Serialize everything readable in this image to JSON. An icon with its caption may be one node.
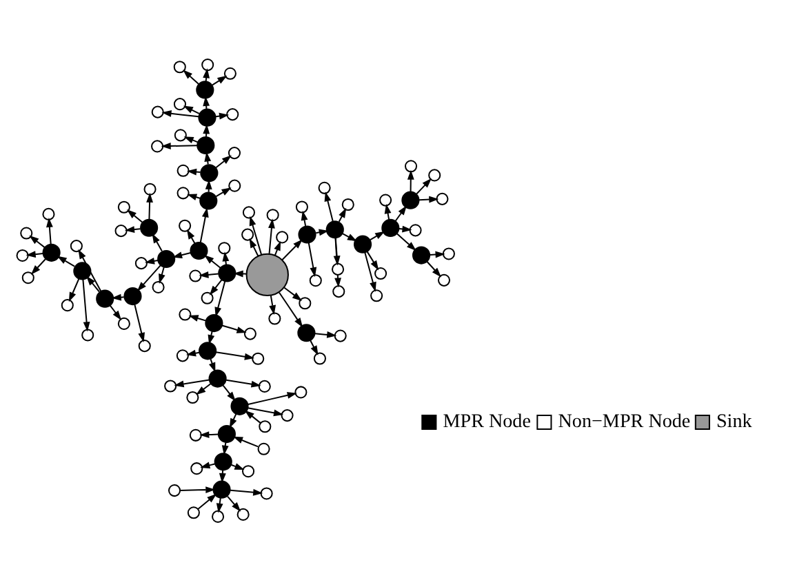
{
  "diagram": {
    "nodes": [
      {
        "text": [],
        "shape": "circle"
      },
      {
        "text": [],
        "shape": "circle"
      },
      {
        "text": [],
        "shape": "circle"
      },
      {
        "text": [],
        "shape": "circle"
      },
      {
        "text": [],
        "shape": "circle"
      },
      {
        "text": [],
        "shape": "circle"
      },
      {
        "text": [],
        "shape": "circle"
      },
      {
        "text": [],
        "shape": "circle"
      },
      {
        "text": [],
        "shape": "circle"
      },
      {
        "text": [],
        "shape": "circle"
      },
      {
        "text": [],
        "shape": "circle"
      },
      {
        "text": [],
        "shape": "circle"
      },
      {
        "text": [],
        "shape": "circle"
      },
      {
        "text": [],
        "shape": "circle"
      },
      {
        "text": [],
        "shape": "circle"
      },
      {
        "text": [],
        "shape": "circle"
      },
      {
        "text": [],
        "shape": "circle"
      },
      {
        "text": [],
        "shape": "circle"
      },
      {
        "text": [],
        "shape": "circle"
      },
      {
        "text": [],
        "shape": "circle"
      },
      {
        "text": [],
        "shape": "circle"
      },
      {
        "text": [],
        "shape": "circle"
      },
      {
        "text": [],
        "shape": "circle"
      },
      {
        "text": [],
        "shape": "circle"
      },
      {
        "text": [],
        "shape": "circle"
      },
      {
        "text": [],
        "shape": "circle"
      },
      {
        "text": [],
        "shape": "circle"
      },
      {
        "text": [],
        "shape": "circle"
      },
      {
        "text": [],
        "shape": "circle"
      },
      {
        "text": [],
        "shape": "circle"
      },
      {
        "text": [],
        "shape": "circle"
      },
      {
        "text": [],
        "shape": "circle"
      },
      {
        "text": [],
        "shape": "circle"
      },
      {
        "text": [],
        "shape": "circle"
      },
      {
        "text": [],
        "shape": "circle"
      },
      {
        "text": [],
        "shape": "circle"
      },
      {
        "text": [],
        "shape": "circle"
      },
      {
        "text": [],
        "shape": "circle"
      },
      {
        "text": [],
        "shape": "circle"
      },
      {
        "text": [],
        "shape": "circle"
      },
      {
        "text": [],
        "shape": "circle"
      },
      {
        "text": [],
        "shape": "circle"
      },
      {
        "text": [],
        "shape": "circle"
      },
      {
        "text": [],
        "shape": "circle"
      },
      {
        "text": [],
        "shape": "circle"
      },
      {
        "text": [],
        "shape": "circle"
      },
      {
        "text": [],
        "shape": "circle"
      },
      {
        "text": [],
        "shape": "circle"
      },
      {
        "text": [],
        "shape": "circle"
      },
      {
        "text": [],
        "shape": "circle"
      },
      {
        "text": [],
        "shape": "circle"
      },
      {
        "text": [],
        "shape": "circle"
      },
      {
        "text": [],
        "shape": "circle"
      },
      {
        "text": [],
        "shape": "circle"
      },
      {
        "text": [],
        "shape": "circle"
      },
      {
        "text": [],
        "shape": "circle"
      },
      {
        "text": [],
        "shape": "circle"
      },
      {
        "text": [],
        "shape": "circle"
      },
      {
        "text": [],
        "shape": "circle"
      },
      {
        "text": [],
        "shape": "circle"
      },
      {
        "text": [],
        "shape": "circle"
      },
      {
        "text": [],
        "shape": "circle"
      },
      {
        "text": [],
        "shape": "circle"
      },
      {
        "text": [],
        "shape": "circle"
      },
      {
        "text": [],
        "shape": "circle"
      },
      {
        "text": [],
        "shape": "circle"
      },
      {
        "text": [],
        "shape": "circle"
      },
      {
        "text": [],
        "shape": "circle"
      },
      {
        "text": [],
        "shape": "circle"
      },
      {
        "text": [],
        "shape": "circle"
      },
      {
        "text": [],
        "shape": "circle"
      },
      {
        "text": [],
        "shape": "circle"
      },
      {
        "text": [],
        "shape": "circle"
      },
      {
        "text": [],
        "shape": "circle"
      },
      {
        "text": [],
        "shape": "circle"
      },
      {
        "text": [],
        "shape": "circle"
      },
      {
        "text": [],
        "shape": "circle"
      },
      {
        "text": [],
        "shape": "circle"
      },
      {
        "text": [],
        "shape": "circle"
      },
      {
        "text": [],
        "shape": "circle"
      },
      {
        "text": [],
        "shape": "circle"
      },
      {
        "text": [],
        "shape": "circle"
      },
      {
        "text": [],
        "shape": "circle"
      },
      {
        "text": [],
        "shape": "circle"
      },
      {
        "text": [],
        "shape": "circle"
      },
      {
        "text": [],
        "shape": "circle"
      },
      {
        "text": [],
        "shape": "circle"
      },
      {
        "text": [],
        "shape": "circle"
      },
      {
        "text": [],
        "shape": "circle"
      },
      {
        "text": [],
        "shape": "circle"
      },
      {
        "text": [],
        "shape": "circle"
      },
      {
        "text": [],
        "shape": "circle"
      },
      {
        "text": [],
        "shape": "circle"
      },
      {
        "text": [],
        "shape": "circle"
      },
      {
        "text": [],
        "shape": "circle"
      },
      {
        "text": [],
        "shape": "circle"
      },
      {
        "text": [],
        "shape": "circle"
      },
      {
        "text": [],
        "shape": "circle"
      },
      {
        "text": [],
        "shape": "circle"
      },
      {
        "text": [],
        "shape": "circle"
      }
    ],
    "edges": [
      {
        "from": 0,
        "to": 1,
        "arrow": "to"
      },
      {
        "from": 0,
        "to": 28,
        "arrow": "to"
      },
      {
        "from": 0,
        "to": 2,
        "arrow": "to"
      },
      {
        "from": 0,
        "to": 29,
        "arrow": "to"
      },
      {
        "from": 0,
        "to": 30,
        "arrow": "to"
      },
      {
        "from": 0,
        "to": 31,
        "arrow": "to"
      },
      {
        "from": 0,
        "to": 32,
        "arrow": "to"
      },
      {
        "from": 0,
        "to": 3,
        "arrow": "to"
      },
      {
        "from": 0,
        "to": 33,
        "arrow": "to"
      },
      {
        "from": 1,
        "to": 4,
        "arrow": "to"
      },
      {
        "from": 1,
        "to": 34,
        "arrow": "to"
      },
      {
        "from": 1,
        "to": 5,
        "arrow": "to"
      },
      {
        "from": 1,
        "to": 35,
        "arrow": "to"
      },
      {
        "from": 1,
        "to": 36,
        "arrow": "to"
      },
      {
        "from": 4,
        "to": 6,
        "arrow": "to"
      },
      {
        "from": 4,
        "to": 37,
        "arrow": "to"
      },
      {
        "from": 4,
        "to": 38,
        "arrow": "to"
      },
      {
        "from": 2,
        "to": 7,
        "arrow": "to"
      },
      {
        "from": 2,
        "to": 39,
        "arrow": "to"
      },
      {
        "from": 2,
        "to": 40,
        "arrow": "to"
      },
      {
        "from": 7,
        "to": 41,
        "arrow": "to"
      },
      {
        "from": 7,
        "to": 42,
        "arrow": "to"
      },
      {
        "from": 7,
        "to": 43,
        "arrow": "to"
      },
      {
        "from": 7,
        "to": 8,
        "arrow": "to"
      },
      {
        "from": 7,
        "to": 44,
        "arrow": "to"
      },
      {
        "from": 8,
        "to": 9,
        "arrow": "to"
      },
      {
        "from": 8,
        "to": 45,
        "arrow": "to"
      },
      {
        "from": 8,
        "to": 46,
        "arrow": "to"
      },
      {
        "from": 9,
        "to": 10,
        "arrow": "to"
      },
      {
        "from": 9,
        "to": 11,
        "arrow": "to"
      },
      {
        "from": 9,
        "to": 47,
        "arrow": "to"
      },
      {
        "from": 9,
        "to": 48,
        "arrow": "to"
      },
      {
        "from": 10,
        "to": 49,
        "arrow": "to"
      },
      {
        "from": 10,
        "to": 50,
        "arrow": "to"
      },
      {
        "from": 11,
        "to": 51,
        "arrow": "to"
      },
      {
        "from": 11,
        "to": 52,
        "arrow": "to"
      },
      {
        "from": 11,
        "to": 53,
        "arrow": "to"
      },
      {
        "from": 6,
        "to": 12,
        "arrow": "to"
      },
      {
        "from": 6,
        "to": 54,
        "arrow": "to"
      },
      {
        "from": 6,
        "to": 55,
        "arrow": "to"
      },
      {
        "from": 12,
        "to": 13,
        "arrow": "to"
      },
      {
        "from": 12,
        "to": 56,
        "arrow": "to"
      },
      {
        "from": 12,
        "to": 57,
        "arrow": "to"
      },
      {
        "from": 12,
        "to": 58,
        "arrow": "to"
      },
      {
        "from": 59,
        "to": 13,
        "arrow": "to"
      },
      {
        "from": 13,
        "to": 60,
        "arrow": "to"
      },
      {
        "from": 13,
        "to": 14,
        "arrow": "to"
      },
      {
        "from": 13,
        "to": 61,
        "arrow": "to"
      },
      {
        "from": 14,
        "to": 15,
        "arrow": "to"
      },
      {
        "from": 14,
        "to": 62,
        "arrow": "to"
      },
      {
        "from": 63,
        "to": 14,
        "arrow": "to"
      },
      {
        "from": 15,
        "to": 16,
        "arrow": "to"
      },
      {
        "from": 15,
        "to": 64,
        "arrow": "to"
      },
      {
        "from": 15,
        "to": 65,
        "arrow": "to"
      },
      {
        "from": 16,
        "to": 66,
        "arrow": "to"
      },
      {
        "from": 16,
        "to": 67,
        "arrow": "to"
      },
      {
        "from": 16,
        "to": 68,
        "arrow": "to"
      },
      {
        "from": 69,
        "to": 16,
        "arrow": "to"
      },
      {
        "from": 70,
        "to": 16,
        "arrow": "to"
      },
      {
        "from": 5,
        "to": 22,
        "arrow": "to"
      },
      {
        "from": 5,
        "to": 73,
        "arrow": "to"
      },
      {
        "from": 5,
        "to": 23,
        "arrow": "to"
      },
      {
        "from": 22,
        "to": 20,
        "arrow": "to"
      },
      {
        "from": 22,
        "to": 21,
        "arrow": "to"
      },
      {
        "from": 22,
        "to": 71,
        "arrow": "to"
      },
      {
        "from": 22,
        "to": 72,
        "arrow": "to"
      },
      {
        "from": 20,
        "to": 17,
        "arrow": "to"
      },
      {
        "from": 20,
        "to": 74,
        "arrow": "to"
      },
      {
        "from": 17,
        "to": 19,
        "arrow": "to"
      },
      {
        "from": 17,
        "to": 75,
        "arrow": "to"
      },
      {
        "from": 17,
        "to": 76,
        "arrow": "to"
      },
      {
        "from": 19,
        "to": 18,
        "arrow": "to"
      },
      {
        "from": 19,
        "to": 77,
        "arrow": "to"
      },
      {
        "from": 19,
        "to": 78,
        "arrow": "to"
      },
      {
        "from": 18,
        "to": 79,
        "arrow": "to"
      },
      {
        "from": 18,
        "to": 80,
        "arrow": "to"
      },
      {
        "from": 18,
        "to": 81,
        "arrow": "to"
      },
      {
        "from": 18,
        "to": 82,
        "arrow": "to"
      },
      {
        "from": 21,
        "to": 83,
        "arrow": "to"
      },
      {
        "from": 21,
        "to": 84,
        "arrow": "to"
      },
      {
        "from": 21,
        "to": 85,
        "arrow": "to"
      },
      {
        "from": 23,
        "to": 24,
        "arrow": "to"
      },
      {
        "from": 23,
        "to": 86,
        "arrow": "to"
      },
      {
        "from": 23,
        "to": 87,
        "arrow": "to"
      },
      {
        "from": 24,
        "to": 25,
        "arrow": "to"
      },
      {
        "from": 24,
        "to": 88,
        "arrow": "to"
      },
      {
        "from": 24,
        "to": 89,
        "arrow": "to"
      },
      {
        "from": 25,
        "to": 26,
        "arrow": "to"
      },
      {
        "from": 25,
        "to": 90,
        "arrow": "to"
      },
      {
        "from": 25,
        "to": 91,
        "arrow": "to"
      },
      {
        "from": 26,
        "to": 27,
        "arrow": "to"
      },
      {
        "from": 26,
        "to": 92,
        "arrow": "to"
      },
      {
        "from": 26,
        "to": 93,
        "arrow": "to"
      },
      {
        "from": 26,
        "to": 94,
        "arrow": "to"
      },
      {
        "from": 27,
        "to": 95,
        "arrow": "to"
      },
      {
        "from": 27,
        "to": 96,
        "arrow": "to"
      },
      {
        "from": 27,
        "to": 97,
        "arrow": "to"
      },
      {
        "from": 3,
        "to": 98,
        "arrow": "to"
      },
      {
        "from": 3,
        "to": 99,
        "arrow": "to"
      }
    ],
    "legend": [
      {
        "text": "MPR Node",
        "color": "#000000"
      },
      {
        "text": "Non−MPR Node",
        "color": "#ffffff"
      },
      {
        "text": "Sink",
        "color": "#999999"
      }
    ]
  }
}
